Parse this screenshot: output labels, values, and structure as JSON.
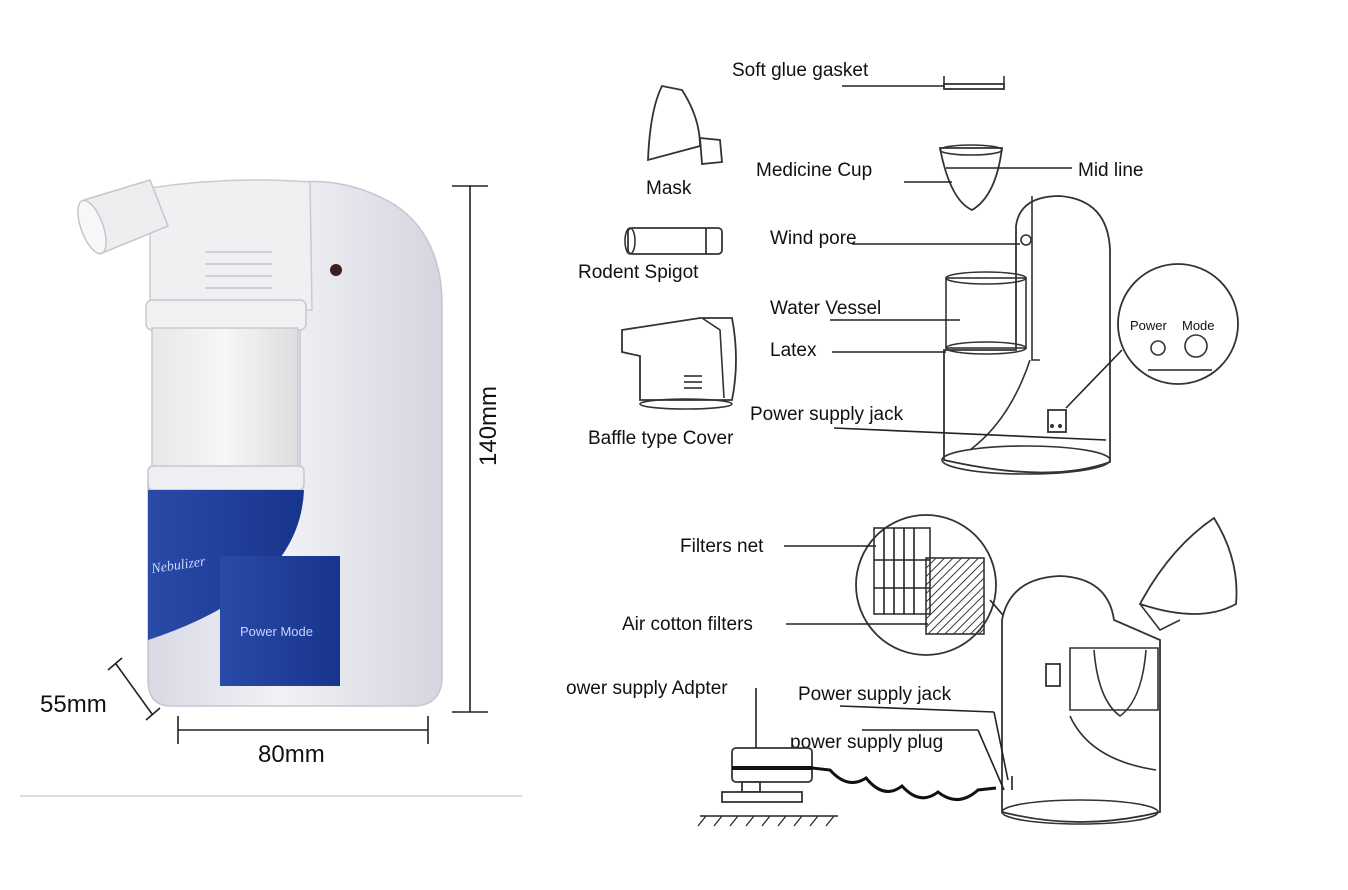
{
  "dimensions": {
    "height": "140mm",
    "width": "80mm",
    "depth": "55mm"
  },
  "device": {
    "brand_text": "Nebulizer",
    "panel_text": "Power Mode",
    "body_color": "#e9e9f1",
    "accent_color": "#1f3f99"
  },
  "labels": {
    "soft_glue_gasket": "Soft glue gasket",
    "mask": "Mask",
    "medicine_cup": "Medicine Cup",
    "mid_line": "Mid line",
    "rodent_spigot": "Rodent Spigot",
    "wind_pore": "Wind pore",
    "water_vessel": "Water Vessel",
    "latex": "Latex",
    "baffle_type_cover": "Baffle type Cover",
    "power_supply_jack_top": "Power supply jack",
    "power": "Power",
    "mode": "Mode",
    "filters_net": "Filters net",
    "air_cotton_filters": "Air cotton filters",
    "power_supply_adapter": "ower supply Adpter",
    "power_supply_jack_bottom": "Power supply jack",
    "power_supply_plug": "power supply plug"
  }
}
